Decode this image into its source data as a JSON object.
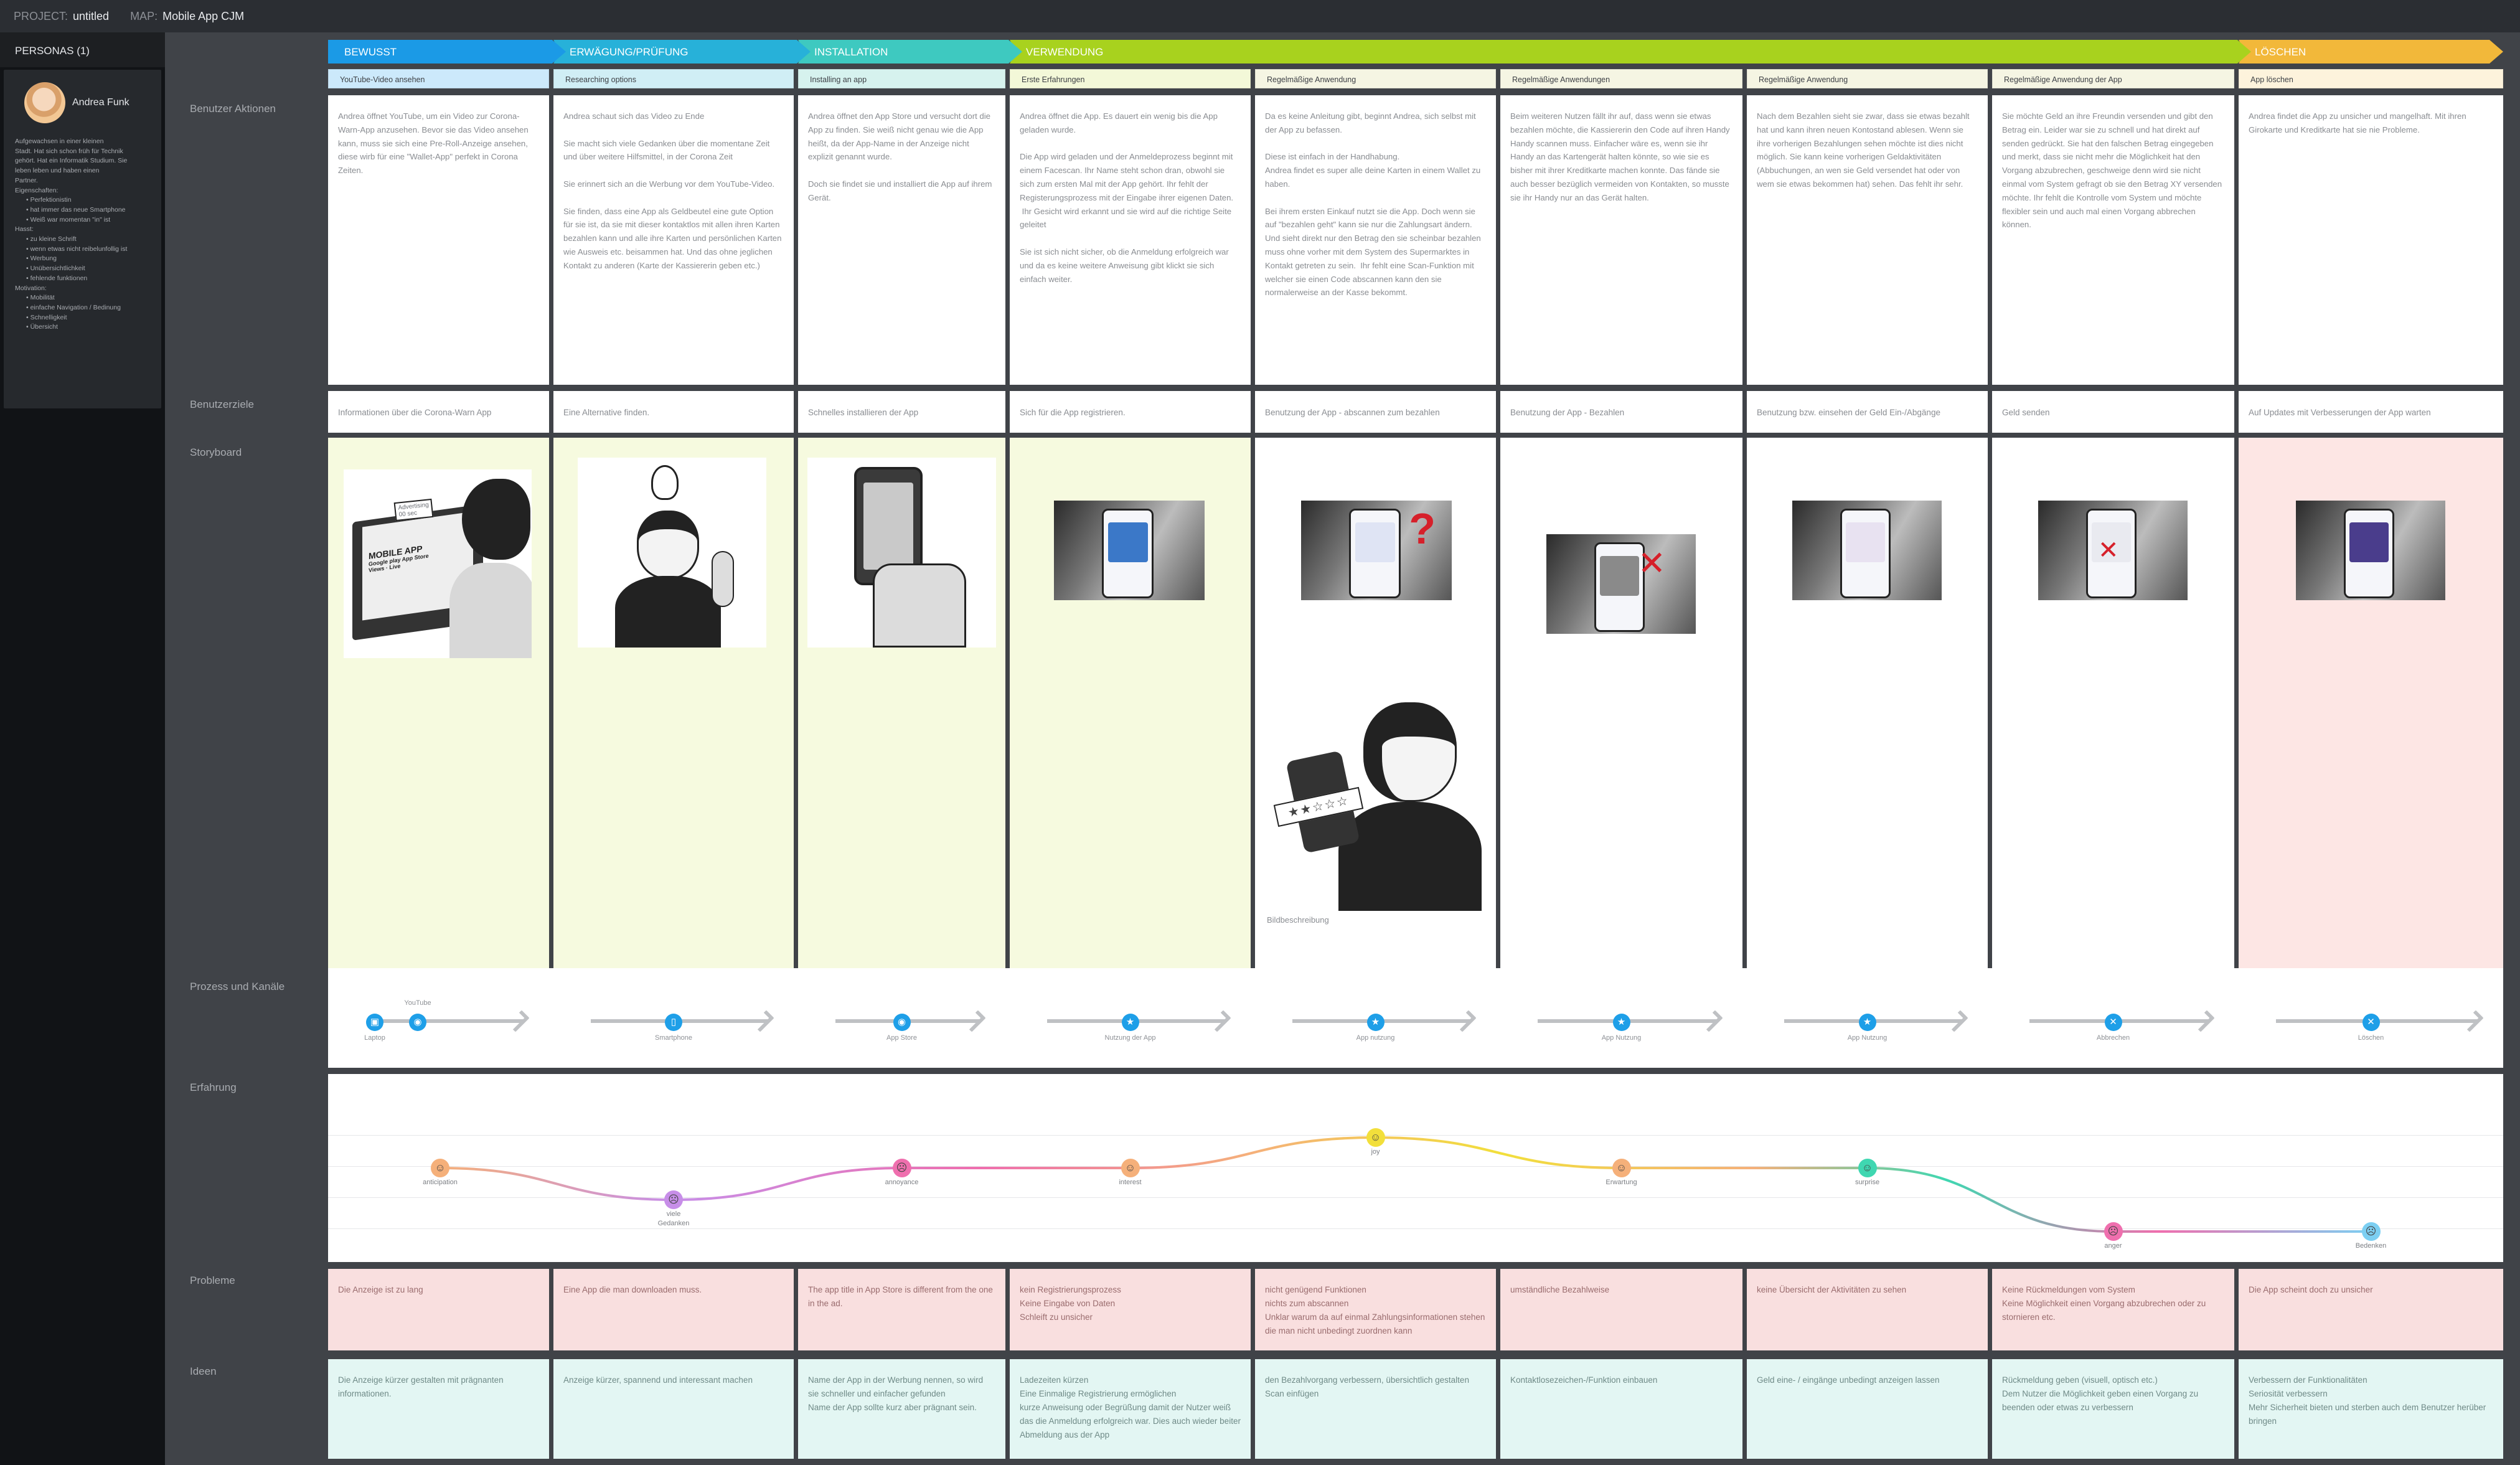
{
  "topbar": {
    "project_label": "PROJECT:",
    "project_value": "untitled",
    "map_label": "MAP:",
    "map_value": "Mobile App CJM"
  },
  "personas": {
    "header": "PERSONAS (1)",
    "name": "Andrea Funk",
    "description": [
      "Aufgewachsen in einer kleinen",
      "Stadt. Hat sich schon früh für Technik",
      "gehört. Hat ein Informatik Studium. Sie",
      "leben    leben und haben einen",
      "Partner.",
      "Eigenschaften:",
      "• Perfektionistin",
      "• hat immer das neue Smartphone",
      "• Weiß war momentan \"in\" ist",
      "Hasst:",
      "• zu kleine Schrift",
      "• wenn etwas nicht reibelunfollig ist",
      "• Werbung",
      "• Unübersichtlichkeit",
      "• fehlende funktionen",
      "Motivation:",
      "• Mobilität",
      "• einfache Navigation / Bedinung",
      "• Schnelligkeit",
      "• Übersicht"
    ]
  },
  "row_labels": {
    "actions": "Benutzer Aktionen",
    "goals": "Benutzerziele",
    "storyboard": "Storyboard",
    "process": "Prozess und Kanäle",
    "experience": "Erfahrung",
    "problems": "Probleme",
    "ideas": "Ideen"
  },
  "phases": [
    {
      "label": "BEWUSST",
      "color": "#1b9ae6"
    },
    {
      "label": "ERWÄGUNG/PRÜFUNG",
      "color": "#27b1d9"
    },
    {
      "label": "INSTALLATION",
      "color": "#3ec9c0"
    },
    {
      "label": "VERWENDUNG",
      "color": "#a8d21e"
    },
    {
      "label": "LÖSCHEN",
      "color": "#f2b83a"
    }
  ],
  "columns": [
    {
      "sub": "YouTube-Video ansehen",
      "sub_bg": "#cce9fb",
      "action": "Andrea öffnet YouTube, um ein Video zur Corona-Warn-App anzusehen. Bevor sie das Video ansehen kann, muss sie sich eine Pre-Roll-Anzeige ansehen, diese wirb für eine \"Wallet-App\" perfekt in Corona Zeiten.",
      "goal": "Informationen über die Corona-Warn App",
      "problem": "Die Anzeige ist zu lang",
      "idea": "Die Anzeige kürzer gestalten mit prägnanten informationen."
    },
    {
      "sub": "Researching options",
      "sub_bg": "#d0eef5",
      "action": "Andrea schaut sich das Video zu Ende\n\nSie macht sich viele Gedanken über die momentane Zeit und über weitere Hilfsmittel, in der Corona Zeit\n\nSie erinnert sich an die Werbung vor dem YouTube-Video.\n\nSie finden, dass eine App als Geldbeutel eine gute Option für sie ist, da sie mit dieser kontaktlos mit allen ihren Karten bezahlen kann und alle ihre Karten und persönlichen Karten wie Ausweis etc. beisammen hat. Und das ohne jeglichen Kontakt zu anderen (Karte der Kassiererin geben etc.)",
      "goal": "Eine Alternative finden.",
      "problem": "Eine App die man downloaden muss.",
      "idea": "Anzeige kürzer, spannend und interessant machen"
    },
    {
      "sub": "Installing an app",
      "sub_bg": "#d6f2ee",
      "action": "Andrea öffnet den App Store und versucht dort die App zu finden. Sie weiß nicht genau wie die App heißt, da der App-Name in der Anzeige nicht explizit genannt wurde.\n\nDoch sie findet sie und installiert die App auf ihrem Gerät.",
      "goal": "Schnelles installieren der App",
      "problem": "The app title in App Store is different from the one in the ad.",
      "idea": "Name der App in der Werbung nennen, so wird sie schneller und einfacher gefunden\nName der App sollte kurz aber prägnant sein."
    },
    {
      "sub": "Erste Erfahrungen",
      "sub_bg": "#f3f8d8",
      "action": "Andrea öffnet die App. Es dauert ein wenig bis die App geladen wurde.\n\nDie App wird geladen und der Anmeldeprozess beginnt mit einem Facescan. Ihr Name steht schon dran, obwohl sie sich zum ersten Mal mit der App gehört. Ihr fehlt der Registerungsprozess mit der Eingabe ihrer eigenen Daten.\n Ihr Gesicht wird erkannt und sie wird auf die richtige Seite geleitet\n\nSie ist sich nicht sicher, ob die Anmeldung erfolgreich war und da es keine weitere Anweisung gibt klickt sie sich einfach weiter.",
      "goal": "Sich für die App registrieren.",
      "problem": "kein Registrierungsprozess\nKeine Eingabe von Daten\nSchleift zu unsicher",
      "idea": "Ladezeiten kürzen\nEine Einmalige Registrierung ermöglichen\nkurze Anweisung oder Begrüßung damit der Nutzer weiß das die Anmeldung erfolgreich war. Dies auch wieder beiter Abmeldung aus der App"
    },
    {
      "sub": "Regelmäßige Anwendung",
      "sub_bg": "#f5f5e3",
      "action": "Da es keine Anleitung gibt, beginnt Andrea, sich selbst mit der App zu befassen.\n\nDiese ist einfach in der Handhabung.\nAndrea findet es super alle deine Karten in einem Wallet zu haben.\n\nBei ihrem ersten Einkauf nutzt sie die App. Doch wenn sie auf \"bezahlen geht\" kann sie nur die Zahlungsart ändern. Und sieht direkt nur den Betrag den sie scheinbar bezahlen muss ohne vorher mit dem System des Supermarktes in Kontakt getreten zu sein.  Ihr fehlt eine Scan-Funktion mit welcher sie einen Code abscannen kann den sie normalerweise an der Kasse bekommt.",
      "goal": "Benutzung der App - abscannen zum bezahlen",
      "problem": "nicht genügend Funktionen\nnichts zum abscannen\nUnklar warum da auf einmal Zahlungsinformationen stehen die man nicht unbedingt zuordnen kann",
      "idea": "den Bezahlvorgang verbessern, übersichtlich gestalten\nScan einfügen"
    },
    {
      "sub": "Regelmäßige Anwendungen",
      "sub_bg": "#f5f5e3",
      "action": "Beim weiteren Nutzen fällt ihr auf, dass wenn sie etwas bezahlen möchte, die Kassiererin den Code auf ihren Handy Handy scannen muss. Einfacher wäre es, wenn sie ihr Handy an das Kartengerät halten könnte, so wie sie es bisher mit ihrer Kreditkarte machen konnte. Das fände sie auch besser bezüglich vermeiden von Kontakten, so musste sie ihr Handy nur an das Gerät halten.",
      "goal": "Benutzung der App - Bezahlen",
      "problem": "umständliche Bezahlweise",
      "idea": "Kontaktlosezeichen-/Funktion einbauen"
    },
    {
      "sub": "Regelmäßige Anwendung",
      "sub_bg": "#f5f5e3",
      "action": "Nach dem Bezahlen sieht sie zwar, dass sie etwas bezahlt hat und kann ihren neuen Kontostand ablesen. Wenn sie ihre vorherigen Bezahlungen sehen möchte ist dies nicht möglich. Sie kann keine vorherigen Geldaktivitäten (Abbuchungen, an wen sie Geld versendet hat oder von wem sie etwas bekommen hat) sehen. Das fehlt ihr sehr.",
      "goal": "Benutzung bzw. einsehen der Geld Ein-/Abgänge",
      "problem": "keine Übersicht der Aktivitäten zu sehen",
      "idea": "Geld eine- / eingänge unbedingt anzeigen lassen"
    },
    {
      "sub": "Regelmäßige Anwendung der App",
      "sub_bg": "#f5f5e3",
      "action": "Sie möchte Geld an ihre Freundin versenden und gibt den Betrag ein. Leider war sie zu schnell und hat direkt auf senden gedrückt. Sie hat den falschen Betrag eingegeben und merkt, dass sie nicht mehr die Möglichkeit hat den Vorgang abzubrechen, geschweige denn wird sie nicht einmal vom System gefragt ob sie den Betrag XY versenden möchte. Ihr fehlt die Kontrolle vom System und möchte flexibler sein und auch mal einen Vorgang abbrechen können.",
      "goal": "Geld senden",
      "problem": "Keine Rückmeldungen vom System\nKeine Möglichkeit einen Vorgang abzubrechen oder zu stornieren etc.",
      "idea": "Rückmeldung geben (visuell, optisch etc.)\nDem Nutzer die Möglichkeit geben einen Vorgang zu beenden oder etwas zu verbessern"
    },
    {
      "sub": "App löschen",
      "sub_bg": "#fdf3dc",
      "action": "Andrea findet die App zu unsicher und mangelhaft. Mit ihren Girokarte und Kreditkarte hat sie nie Probleme.",
      "goal": "Auf Updates mit Verbesserungen der App warten",
      "problem": "Die App scheint doch zu unsicher",
      "idea": "Verbessern der Funktionalitäten\nSeriosität verbessern\nMehr Sicherheit bieten und sterben auch dem Benutzer herüber bringen"
    }
  ],
  "storyboard": {
    "caption": "Bildbeschreibung",
    "ad_text": "Advertising\n00 sec",
    "ad_app": "MOBILE APP",
    "ad_store": "Google play  App Store",
    "ad_live": "Views · Live"
  },
  "process": [
    {
      "label": "Laptop",
      "top": "YouTube",
      "icon": "▣"
    },
    {
      "label": "Smartphone",
      "icon": "▯"
    },
    {
      "label": "App Store",
      "icon": "◉"
    },
    {
      "label": "Nutzung der App",
      "icon": "★"
    },
    {
      "label": "App nutzung",
      "icon": "★"
    },
    {
      "label": "App Nutzung",
      "icon": "★"
    },
    {
      "label": "App Nutzung",
      "icon": "★"
    },
    {
      "label": "Abbrechen",
      "icon": "✕"
    },
    {
      "label": "Löschen",
      "icon": "✕"
    }
  ],
  "experience": [
    {
      "label": "anticipation",
      "face": "☺",
      "color": "#f5b07a",
      "level": 3
    },
    {
      "label": "viele\nGedanken",
      "face": "☹",
      "color": "#c78ee8",
      "level": 2
    },
    {
      "label": "annoyance",
      "face": "☹",
      "color": "#ef6fae",
      "level": 3
    },
    {
      "label": "interest",
      "face": "☺",
      "color": "#f5b07a",
      "level": 3
    },
    {
      "label": "joy",
      "face": "☺",
      "color": "#f2df3b",
      "level": 4
    },
    {
      "label": "Erwartung",
      "face": "☺",
      "color": "#f5b07a",
      "level": 3
    },
    {
      "label": "surprise",
      "face": "☺",
      "color": "#3fd7b1",
      "level": 3
    },
    {
      "label": "anger",
      "face": "☹",
      "color": "#ef6fae",
      "level": 1
    },
    {
      "label": "Bedenken",
      "face": "☹",
      "color": "#7ccff2",
      "level": 1
    }
  ]
}
